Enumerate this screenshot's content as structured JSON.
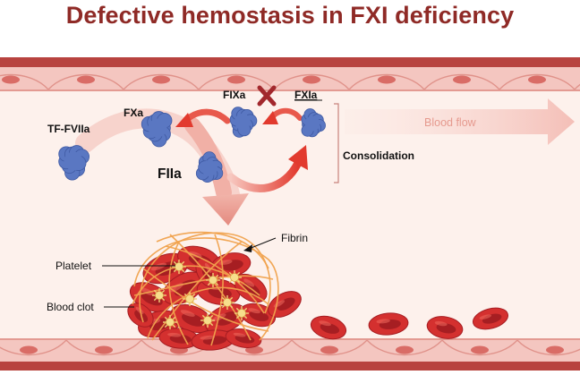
{
  "title": "Defective hemostasis in FXI deficiency",
  "labels": {
    "fxa": "FXa",
    "fixa": "FIXa",
    "fxia": "FXIa",
    "tf_fviia": "TF-FVIIa",
    "fiia": "FIIa",
    "consolidation": "Consolidation",
    "blood_flow": "Blood flow",
    "fibrin": "Fibrin",
    "platelet": "Platelet",
    "blood_clot": "Blood clot"
  },
  "colors": {
    "title": "#8f2a26",
    "vessel_wall": "#c0514c",
    "vessel_lumen": "#fdf1ec",
    "protein": "#5a77c2",
    "red_cell": "#c8262b",
    "fibrin": "#f0a24e",
    "arrow_red": "#e23a2e",
    "blocked_x": "#a2282d",
    "flow_arrow": "#f6c9c2"
  },
  "icons": {
    "blocked": "red-x-icon",
    "proteins": "protein-blob-icon",
    "red_cells": "red-blood-cell-icon"
  }
}
